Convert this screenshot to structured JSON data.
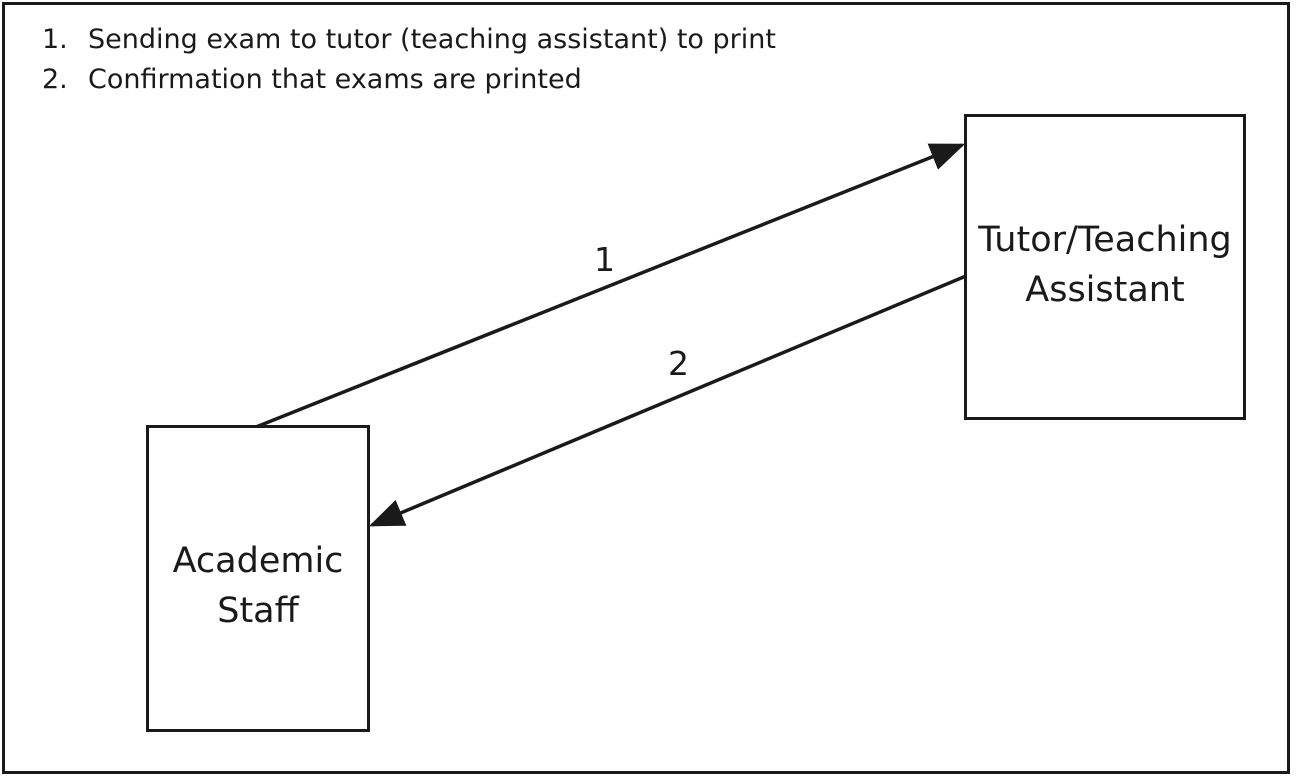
{
  "legend": [
    {
      "number": "1.",
      "text": "Sending exam to tutor (teaching assistant) to print"
    },
    {
      "number": "2.",
      "text": "Confirmation that exams are printed"
    }
  ],
  "nodes": {
    "tutor": {
      "label": "Tutor/Teaching\nAssistant"
    },
    "academic": {
      "label": "Academic\nStaff"
    }
  },
  "edges": [
    {
      "label": "1",
      "from": "Academic Staff",
      "to": "Tutor/Teaching Assistant"
    },
    {
      "label": "2",
      "from": "Tutor/Teaching Assistant",
      "to": "Academic Staff"
    }
  ]
}
